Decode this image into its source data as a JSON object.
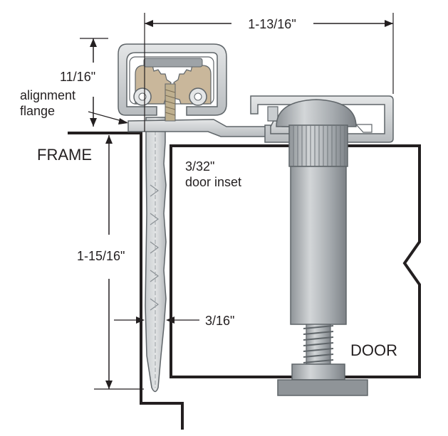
{
  "labels": {
    "width_dim": "1-13/16\"",
    "height_dim": "11/16\"",
    "flange_line1": "alignment",
    "flange_line2": "flange",
    "frame": "FRAME",
    "inset_line1": "3/32\"",
    "inset_line2": "door inset",
    "leaf_dim": "1-15/16\"",
    "thickness_dim": "3/16\"",
    "door": "DOOR"
  },
  "colors": {
    "line": "#231f20",
    "metal_light": "#d9dcdd",
    "metal_mid": "#b9bec1",
    "metal_dark": "#8a9095",
    "gear": "#c9b79b",
    "pin": "#a9aeb2"
  }
}
